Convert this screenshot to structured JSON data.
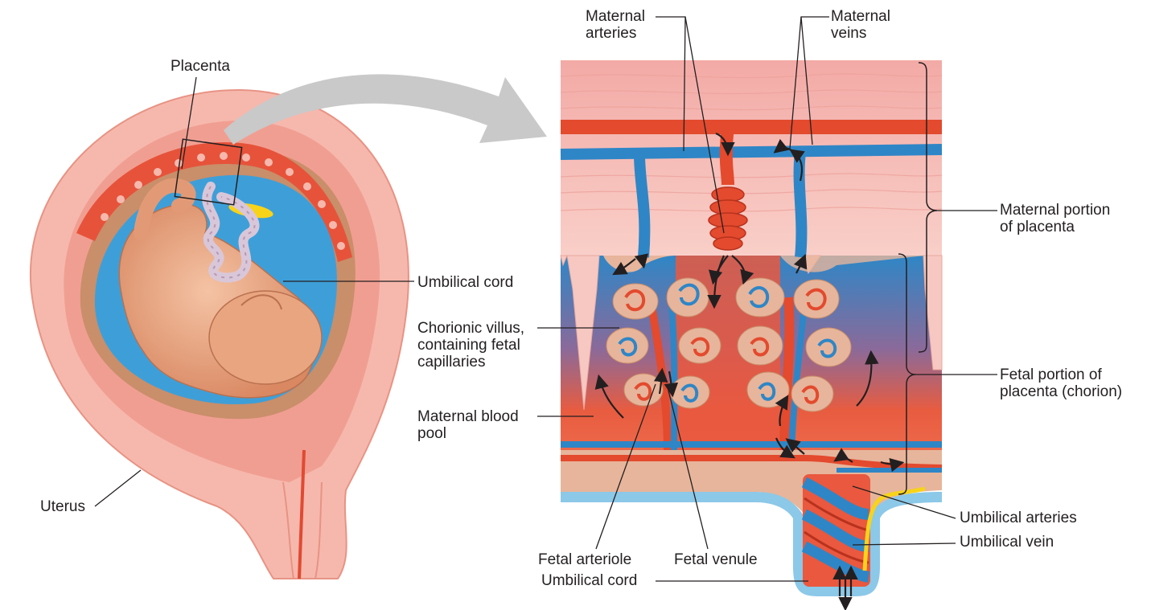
{
  "labels": {
    "placenta": "Placenta",
    "umbilical_cord_left": "Umbilical cord",
    "uterus": "Uterus",
    "maternal_arteries": [
      "Maternal",
      "arteries"
    ],
    "maternal_veins": [
      "Maternal",
      "veins"
    ],
    "maternal_portion": [
      "Maternal portion",
      "of placenta"
    ],
    "chorionic_villus": [
      "Chorionic villus,",
      "containing fetal",
      "capillaries"
    ],
    "maternal_blood_pool": [
      "Maternal blood",
      "pool"
    ],
    "fetal_portion": [
      "Fetal portion of",
      "placenta (chorion)"
    ],
    "umbilical_arteries": "Umbilical arteries",
    "umbilical_vein": "Umbilical vein",
    "fetal_arteriole": "Fetal arteriole",
    "fetal_venule": "Fetal venule",
    "umbilical_cord_bottom": "Umbilical cord"
  },
  "colors": {
    "uterus_outer": "#f6b8ad",
    "uterus_inner": "#f19e92",
    "amniotic_fluid": "#3e9fd8",
    "fetus_skin": "#e9a57f",
    "placenta_red": "#e6533a",
    "artery_red": "#e34a2e",
    "vein_blue": "#2f86c6",
    "tissue_pink": "#f7c8c1",
    "chorion_tan": "#e7b59b",
    "pool_red": "#eb6147",
    "arrow_gray": "#c9c9c9",
    "cord_yellow": "#f7d31a"
  }
}
